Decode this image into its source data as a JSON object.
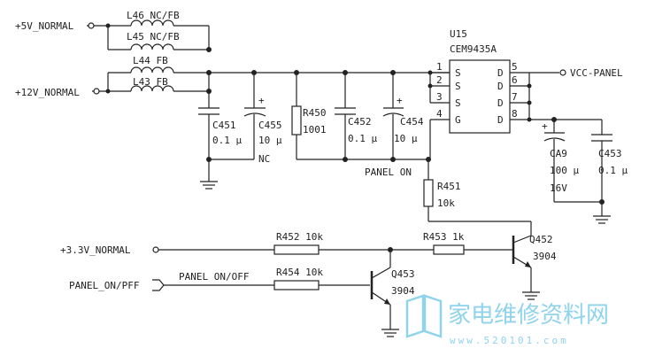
{
  "nets": {
    "v5": "+5V_NORMAL",
    "v12": "+12V_NORMAL",
    "v33": "+3.3V_NORMAL",
    "panel_onoff_in": "PANEL_ON/PFF",
    "panel_onoff": "PANEL ON/OFF",
    "panel_on": "PANEL ON",
    "vcc_panel": "VCC-PANEL"
  },
  "inductors": {
    "l46": "L46 NC/FB",
    "l45": "L45 NC/FB",
    "l44": "L44 FB",
    "l43": "L43 FB"
  },
  "ic": {
    "ref": "U15",
    "part": "CEM9435A",
    "pins_left": [
      {
        "num": "1",
        "name": "S"
      },
      {
        "num": "2",
        "name": "S"
      },
      {
        "num": "3",
        "name": "S"
      },
      {
        "num": "4",
        "name": "G"
      }
    ],
    "pins_right": [
      {
        "num": "5",
        "name": "D"
      },
      {
        "num": "6",
        "name": "D"
      },
      {
        "num": "7",
        "name": "D"
      },
      {
        "num": "8",
        "name": "D"
      }
    ]
  },
  "capacitors": {
    "c451": {
      "ref": "C451",
      "value": "0.1 μ"
    },
    "c455": {
      "ref": "C455",
      "value": "10 μ",
      "note": "NC"
    },
    "c452": {
      "ref": "C452",
      "value": "0.1 μ"
    },
    "c454": {
      "ref": "C454",
      "value": "10 μ"
    },
    "ca9": {
      "ref": "CA9",
      "value": "100 μ",
      "voltage": "16V"
    },
    "c453": {
      "ref": "C453",
      "value": "0.1 μ"
    }
  },
  "resistors": {
    "r450": {
      "ref": "R450",
      "value": "1001"
    },
    "r451": {
      "ref": "R451",
      "value": "10k"
    },
    "r452": {
      "label": "R452 10k"
    },
    "r453": {
      "label": "R453 1k"
    },
    "r454": {
      "label": "R454 10k"
    }
  },
  "transistors": {
    "q452": {
      "ref": "Q452",
      "part": "3904"
    },
    "q453": {
      "ref": "Q453",
      "part": "3904"
    }
  },
  "watermark": {
    "cn": "家电维修资料网",
    "url": "www.520101.com"
  }
}
